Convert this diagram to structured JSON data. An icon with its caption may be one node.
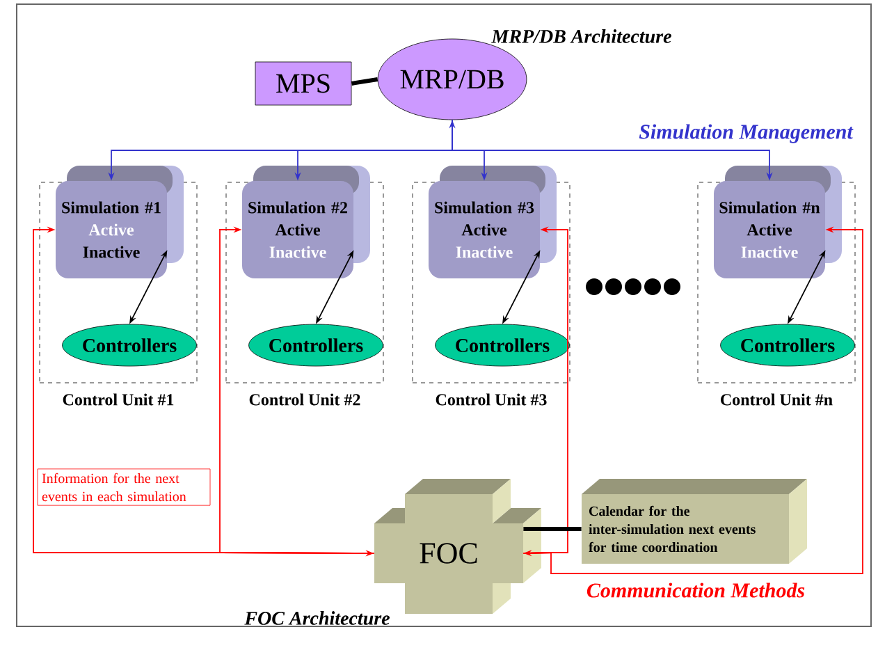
{
  "diagram": {
    "nodes": [
      {
        "text": [
          "MPS"
        ]
      },
      {
        "text": [
          "MRP/DB"
        ],
        "beside": [
          "MRP/DB Architecture"
        ]
      },
      {
        "text": [
          "Control Unit #1"
        ]
      },
      {
        "text": [
          "Simulation #1",
          "Active",
          "Inactive"
        ],
        "in": 2
      },
      {
        "text": [
          "Controllers"
        ],
        "in": 2
      },
      {
        "text": [
          "Control Unit #2"
        ]
      },
      {
        "text": [
          "Simulation #2",
          "Active",
          "Inactive"
        ],
        "in": 5
      },
      {
        "text": [
          "Controllers"
        ],
        "in": 5
      },
      {
        "text": [
          "Control Unit #3"
        ]
      },
      {
        "text": [
          "Simulation #3",
          "Active",
          "Inactive"
        ],
        "in": 8
      },
      {
        "text": [
          "Controllers"
        ],
        "in": 8
      },
      {
        "text": [
          "Control Unit #n"
        ]
      },
      {
        "text": [
          "Simulation #n",
          "Active",
          "Inactive"
        ],
        "in": 11
      },
      {
        "text": [
          "Controllers"
        ],
        "in": 11
      },
      {
        "text": [
          "Information for the next events in each simulation"
        ]
      },
      {
        "text": [
          "FOC"
        ],
        "beside": [
          "FOC Architecture"
        ]
      },
      {
        "text": [
          "Calendar for the inter-simulation next events for time coordination"
        ]
      }
    ],
    "edges": [
      {
        "from": 0,
        "to": 1,
        "arrow": "none",
        "style": "thick"
      },
      {
        "from": 1,
        "to": 3,
        "arrow": "both",
        "color": "#3333cc"
      },
      {
        "from": 1,
        "to": 6,
        "arrow": "both",
        "color": "#3333cc"
      },
      {
        "from": 1,
        "to": 9,
        "arrow": "both",
        "color": "#3333cc"
      },
      {
        "from": 1,
        "to": 12,
        "arrow": "both",
        "color": "#3333cc"
      },
      {
        "from": 3,
        "to": 4,
        "arrow": "both"
      },
      {
        "from": 6,
        "to": 7,
        "arrow": "both"
      },
      {
        "from": 9,
        "to": 10,
        "arrow": "both"
      },
      {
        "from": 12,
        "to": 13,
        "arrow": "both"
      },
      {
        "from": 15,
        "to": 3,
        "arrow": "both",
        "color": "#ff0000"
      },
      {
        "from": 15,
        "to": 6,
        "arrow": "both",
        "color": "#ff0000"
      },
      {
        "from": 15,
        "to": 9,
        "arrow": "both",
        "color": "#ff0000"
      },
      {
        "from": 15,
        "to": 12,
        "arrow": "both",
        "color": "#ff0000"
      },
      {
        "from": 15,
        "to": 16,
        "arrow": "none",
        "style": "thick"
      }
    ],
    "labels": [
      "Simulation Management",
      "Communication Methods"
    ]
  }
}
